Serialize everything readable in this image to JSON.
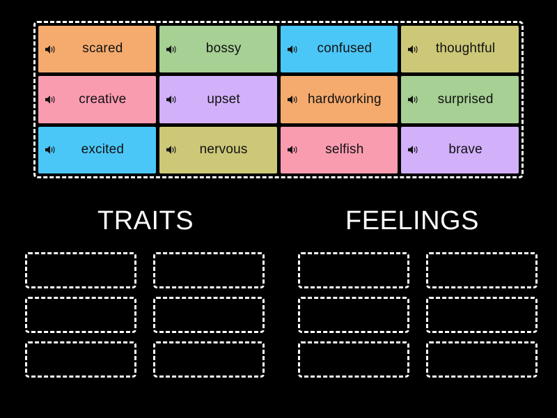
{
  "activity": {
    "type": "group-sort",
    "background_color": "#000000"
  },
  "word_bank": {
    "name": "word-bank",
    "border_color": "#ffffff",
    "tiles": [
      {
        "label": "scared",
        "color": "#f5ab6e",
        "icon": "speaker-icon"
      },
      {
        "label": "bossy",
        "color": "#a6d094",
        "icon": "speaker-icon"
      },
      {
        "label": "confused",
        "color": "#4bc7f7",
        "icon": "speaker-icon"
      },
      {
        "label": "thoughtful",
        "color": "#ccc878",
        "icon": "speaker-icon"
      },
      {
        "label": "creative",
        "color": "#fa9cb0",
        "icon": "speaker-icon"
      },
      {
        "label": "upset",
        "color": "#d2b0fa",
        "icon": "speaker-icon"
      },
      {
        "label": "hardworking",
        "color": "#f5ab6e",
        "icon": "speaker-icon"
      },
      {
        "label": "surprised",
        "color": "#a6d094",
        "icon": "speaker-icon"
      },
      {
        "label": "excited",
        "color": "#4bc7f7",
        "icon": "speaker-icon"
      },
      {
        "label": "nervous",
        "color": "#ccc878",
        "icon": "speaker-icon"
      },
      {
        "label": "selfish",
        "color": "#fa9cb0",
        "icon": "speaker-icon"
      },
      {
        "label": "brave",
        "color": "#d2b0fa",
        "icon": "speaker-icon"
      }
    ]
  },
  "categories": [
    {
      "name": "traits",
      "heading": "TRAITS",
      "heading_color": "#ffffff",
      "dropzones": [
        "",
        "",
        "",
        "",
        "",
        ""
      ]
    },
    {
      "name": "feelings",
      "heading": "FEELINGS",
      "heading_color": "#ffffff",
      "dropzones": [
        "",
        "",
        "",
        "",
        "",
        ""
      ]
    }
  ]
}
